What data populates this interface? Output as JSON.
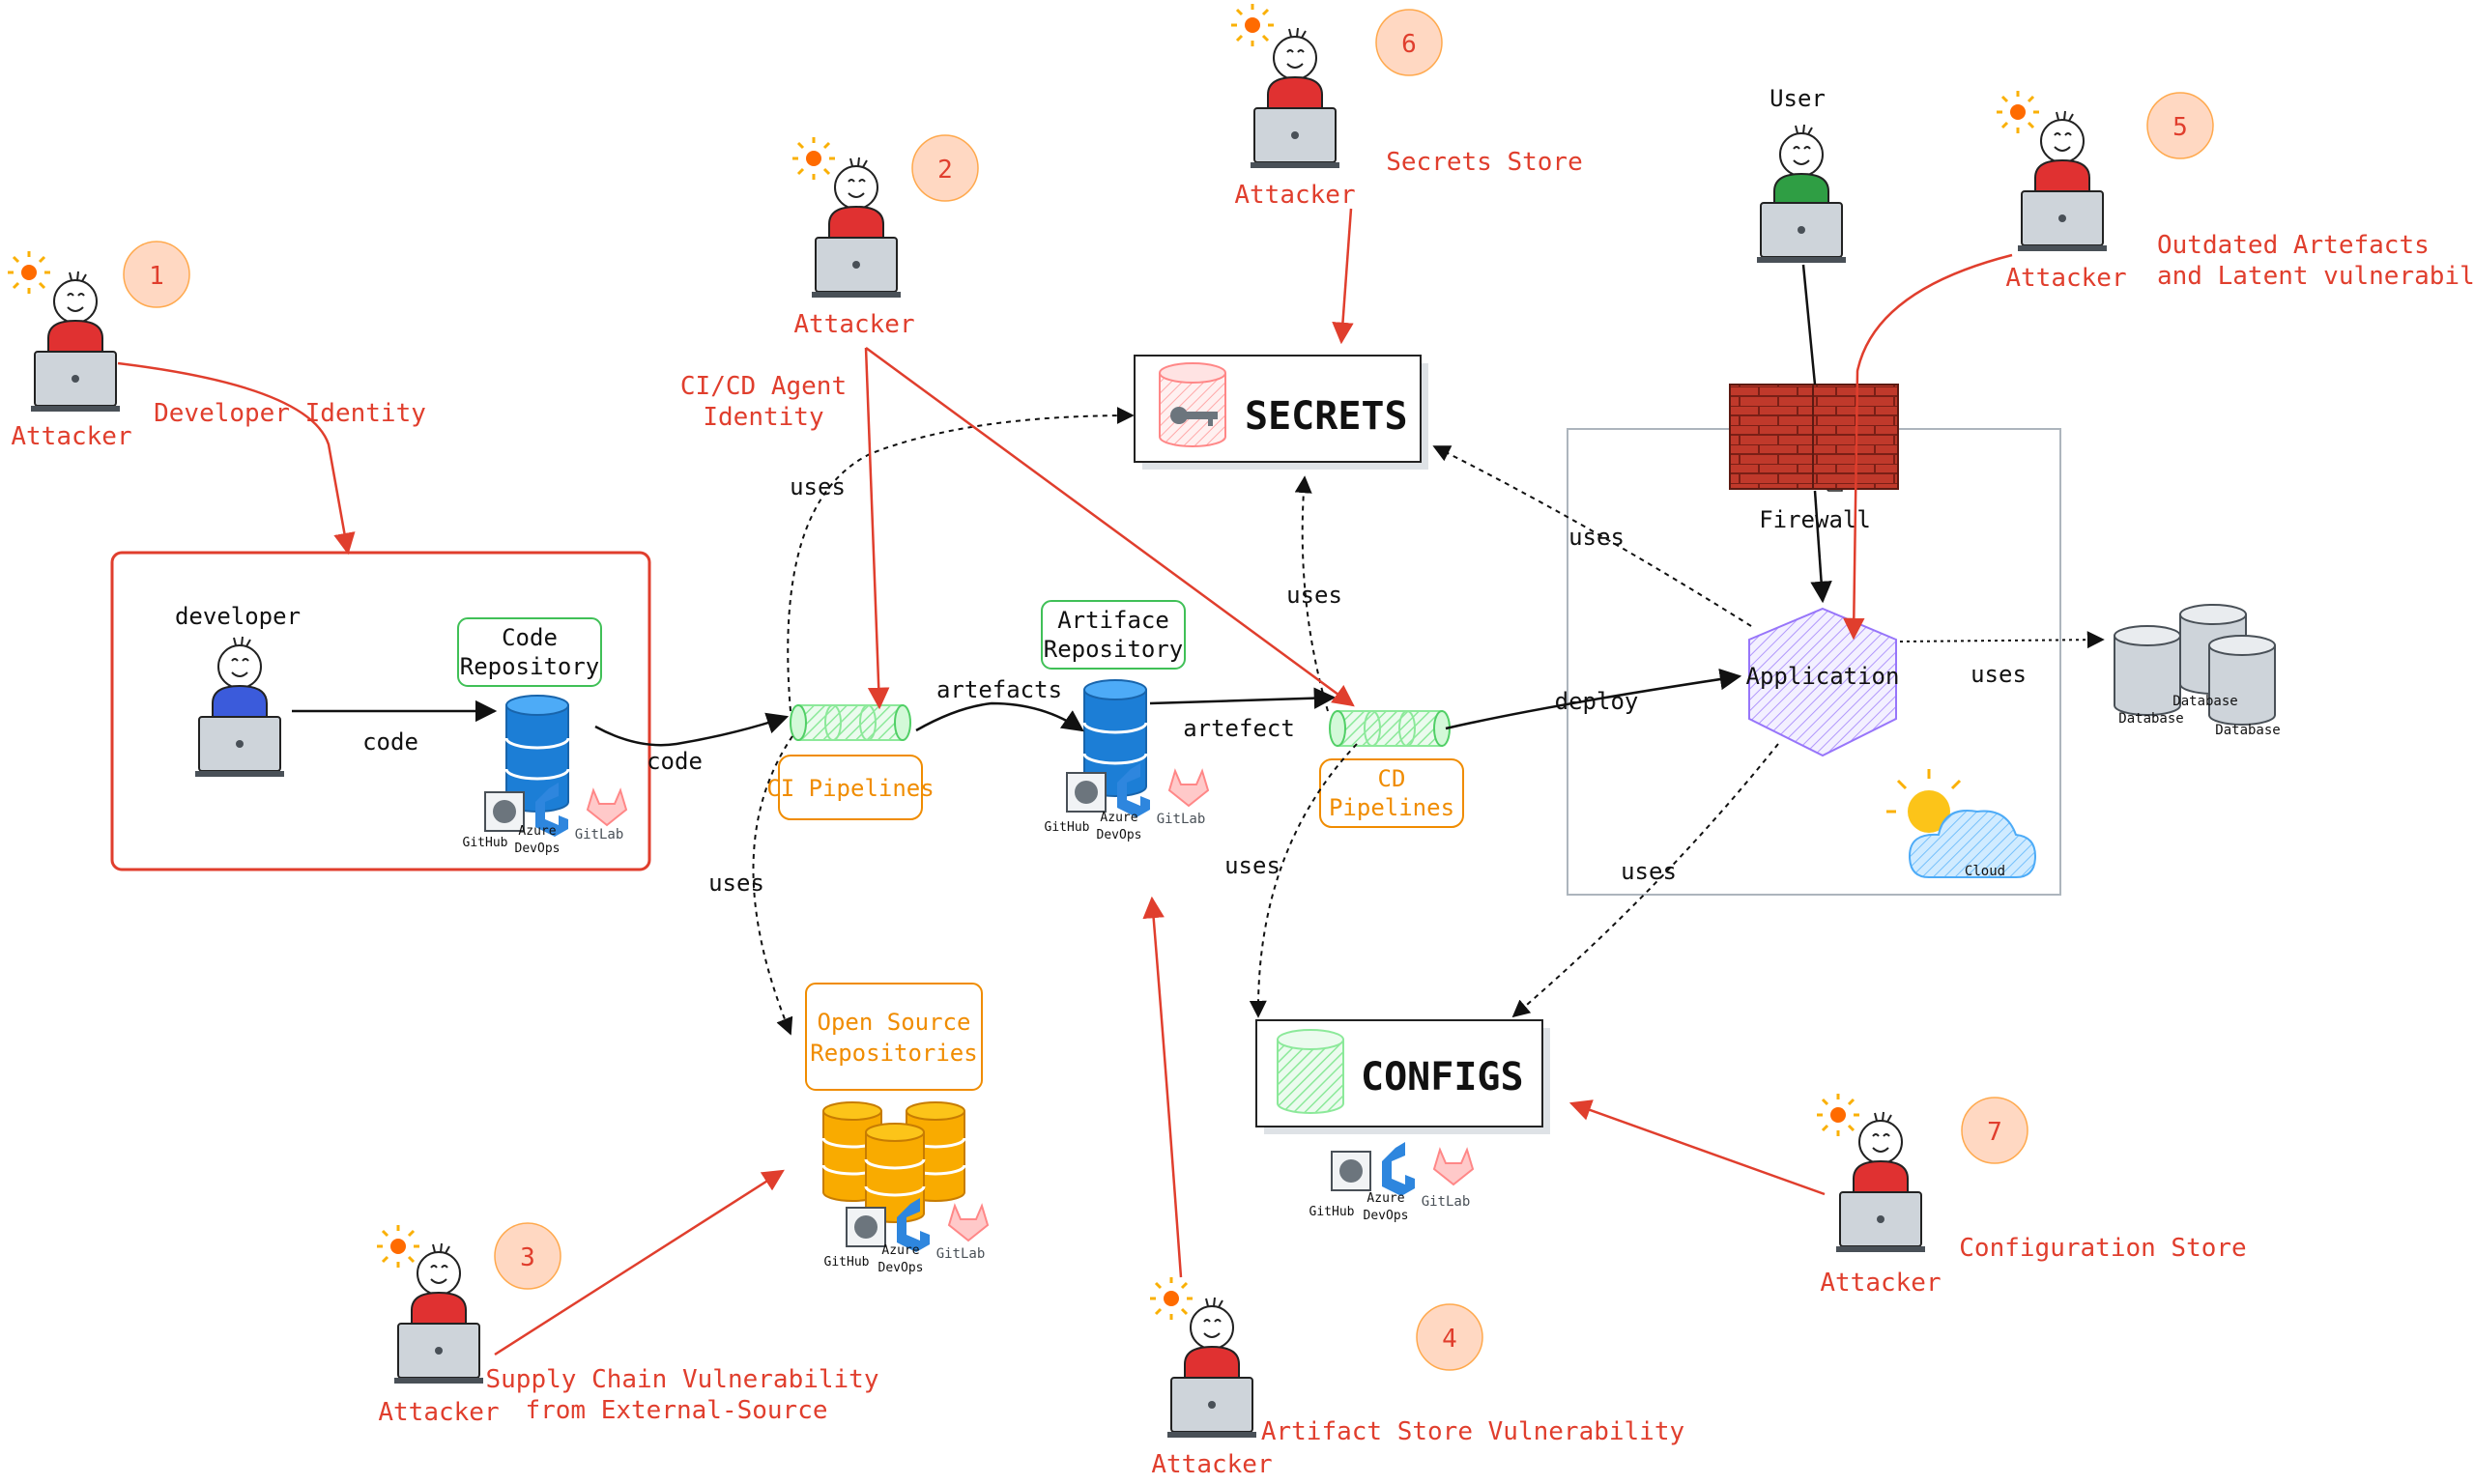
{
  "attackers": [
    {
      "number": "1",
      "label": "Attacker",
      "threat": "Developer Identity"
    },
    {
      "number": "2",
      "label": "Attacker",
      "threat": "CI/CD Agent Identity"
    },
    {
      "number": "3",
      "label": "Attacker",
      "threat": "Supply Chain Vulnerability from External-Source"
    },
    {
      "number": "4",
      "label": "Attacker",
      "threat": "Artifact Store Vulnerability"
    },
    {
      "number": "5",
      "label": "Attacker",
      "threat": "Outdated Artefacts and Latent vulnerabilities"
    },
    {
      "number": "6",
      "label": "Attacker",
      "threat": "Secrets Store"
    },
    {
      "number": "7",
      "label": "Attacker",
      "threat": "Configuration Store"
    }
  ],
  "threat_lines": {
    "t2a": "CI/CD Agent",
    "t2b": "Identity",
    "t3a": "Supply Chain Vulnerability",
    "t3b": "from External-Source",
    "t5a": "Outdated Artefacts",
    "t5b": "and Latent vulnerabilities"
  },
  "nodes": {
    "developer": "developer",
    "user": "User",
    "code_repo_a": "Code",
    "code_repo_b": "Repository",
    "artifact_repo_a": "Artiface",
    "artifact_repo_b": "Repository",
    "ci_pipelines": "CI Pipelines",
    "cd_pipelines_a": "CD",
    "cd_pipelines_b": "Pipelines",
    "oss_a": "Open Source",
    "oss_b": "Repositories",
    "secrets": "SECRETS",
    "configs": "CONFIGS",
    "firewall": "Firewall",
    "application": "Application",
    "cloud": "Cloud",
    "database": "Database"
  },
  "edges": {
    "code1": "code",
    "code2": "code",
    "artefacts": "artefacts",
    "artefect": "artefect",
    "deploy": "deploy",
    "uses": "uses"
  },
  "scm": {
    "github": "GitHub",
    "azure_a": "Azure",
    "azure_b": "DevOps",
    "gitlab": "GitLab"
  },
  "colors": {
    "threat": "#e03e2d",
    "pipeline": "#f08c00",
    "attacker_shirt": "#e03131",
    "developer_shirt": "#3b5bdb",
    "user_shirt": "#2f9e44",
    "badge": "#ffd8c2",
    "db_blue": "#1c7ed6",
    "db_orange": "#f9ab00",
    "pipe_green": "#d3f9d8",
    "app_purple": "#e5dbff"
  }
}
